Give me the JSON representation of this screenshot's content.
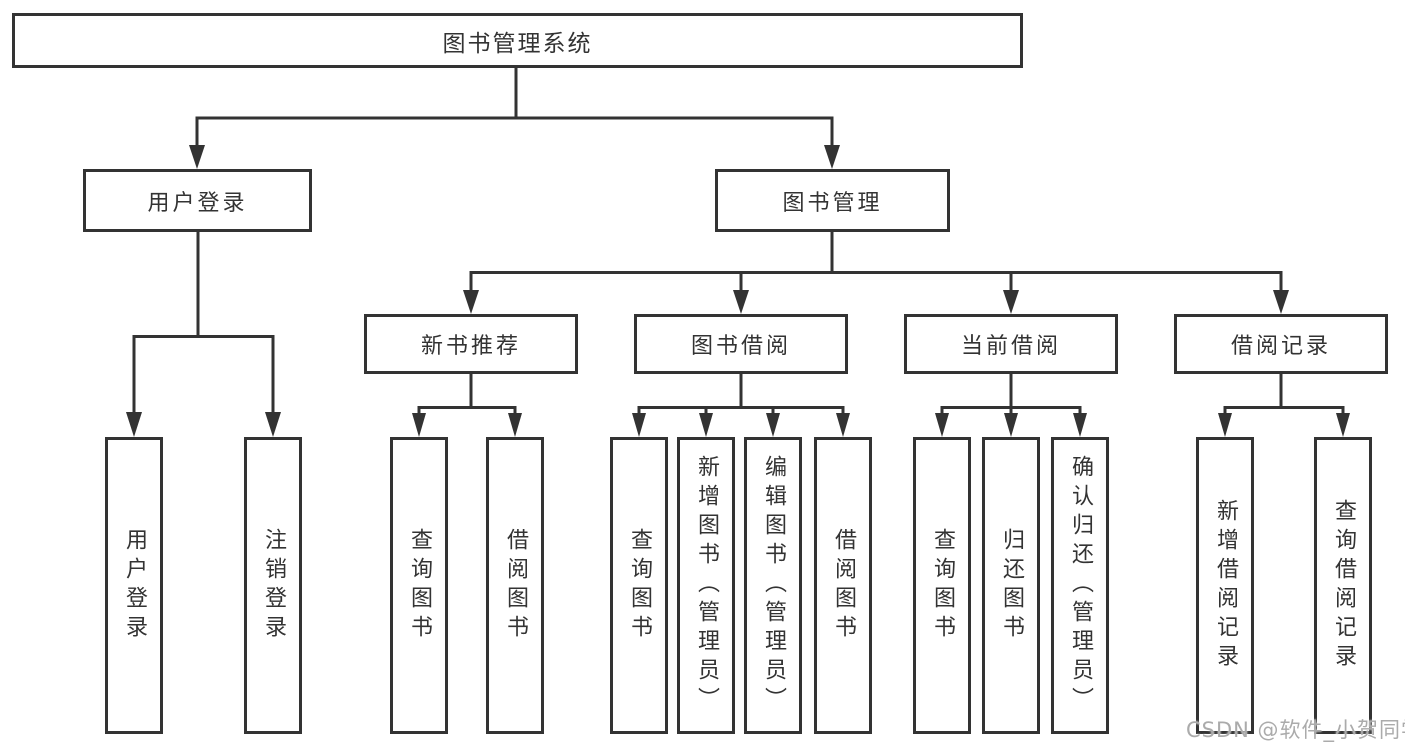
{
  "diagram": {
    "title_hint": "library management system functional structure",
    "root": {
      "label": "图书管理系统"
    },
    "level2": {
      "user_login": {
        "label": "用户登录"
      },
      "book_management": {
        "label": "图书管理"
      }
    },
    "level3": {
      "new_book": {
        "label": "新书推荐"
      },
      "borrow": {
        "label": "图书借阅"
      },
      "current": {
        "label": "当前借阅"
      },
      "record": {
        "label": "借阅记录"
      }
    },
    "leaves": {
      "user_login_1": "用户登录",
      "user_login_2": "注销登录",
      "new_book_1": "查询图书",
      "new_book_2": "借阅图书",
      "borrow_1": "查询图书",
      "borrow_2": "新增图书（管理员）",
      "borrow_3": "编辑图书（管理员）",
      "borrow_4": "借阅图书",
      "current_1": "查询图书",
      "current_2": "归还图书",
      "current_3": "确认归还（管理员）",
      "record_1": "新增借阅记录",
      "record_2": "查询借阅记录"
    }
  },
  "colors": {
    "line": "#333333",
    "box_border": "#333333",
    "text": "#333333",
    "background": "#ffffff",
    "watermark": "#ababab"
  },
  "watermark": {
    "text": "CSDN @软件_小贺同学"
  }
}
